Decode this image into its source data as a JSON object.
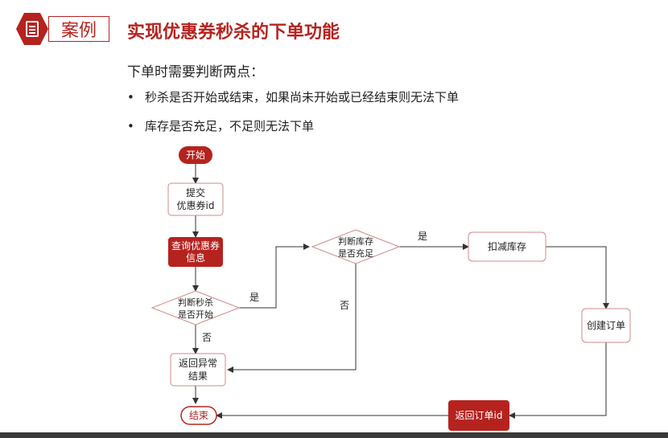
{
  "header": {
    "tag_label": "案例",
    "title": "实现优惠券秒杀的下单功能"
  },
  "content": {
    "intro": "下单时需要判断两点：",
    "bullets": [
      "秒杀是否开始或结束，如果尚未开始或已经结束则无法下单",
      "库存是否充足，不足则无法下单"
    ]
  },
  "flowchart": {
    "start": "开始",
    "submit_line1": "提交",
    "submit_line2": "优惠券id",
    "query_line1": "查询优惠券",
    "query_line2": "信息",
    "check_time_line1": "判断秒杀",
    "check_time_line2": "是否开始",
    "check_stock_line1": "判断库存",
    "check_stock_line2": "是否充足",
    "deduct": "扣减库存",
    "create_order": "创建订单",
    "return_id": "返回订单id",
    "return_error_line1": "返回异常",
    "return_error_line2": "结果",
    "end": "结束",
    "yes1": "是",
    "yes2": "是",
    "no1": "否",
    "no2": "否"
  },
  "colors": {
    "accent": "#b5231f",
    "node_border": "#d08a8a",
    "arrow": "#333333"
  }
}
